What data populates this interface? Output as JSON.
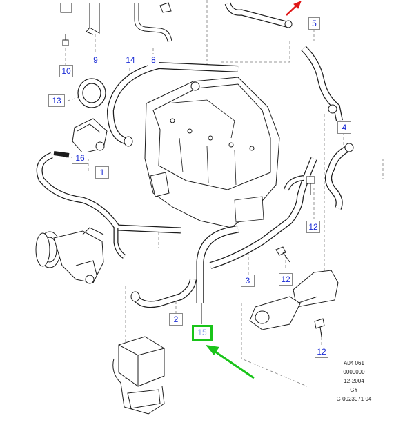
{
  "callouts": {
    "c10": "10",
    "c9": "9",
    "c8": "8",
    "c14": "14",
    "c13": "13",
    "c5": "5",
    "c16": "16",
    "c1": "1",
    "c4": "4",
    "c12a": "12",
    "c12b": "12",
    "c12c": "12",
    "c3": "3",
    "c2": "2",
    "c15": "15"
  },
  "reference": {
    "line1": "A04 061",
    "line2": "0000000",
    "line3": "12-2004",
    "line4": "GY",
    "line5": "G 0023071 04"
  },
  "colors": {
    "line": "#1c1c1c",
    "dash": "#7a7a7a",
    "callout_text": "#1a2bd6",
    "highlight": "#19c419",
    "pointer_arrow": "#e01818"
  }
}
